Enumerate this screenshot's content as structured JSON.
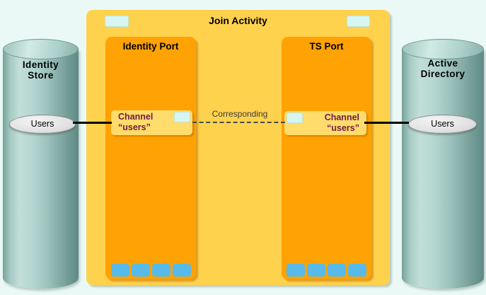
{
  "diagram": {
    "title": "Join Activity",
    "correspondence_label": "Corresponding",
    "ports": [
      {
        "title": "Identity Port",
        "channel": {
          "line1": "Channel",
          "line2": "“users”"
        }
      },
      {
        "title": "TS Port",
        "channel": {
          "line1": "Channel",
          "line2": "“users”"
        }
      }
    ],
    "stores": [
      {
        "line1": "Identity",
        "line2": "Store",
        "entity": "Users"
      },
      {
        "line1": "Active",
        "line2": "Directory",
        "entity": "Users"
      }
    ],
    "colors": {
      "background": "#EAF9F5",
      "activity_fill": "#FFD24E",
      "port_fill": "#FFA203",
      "channel_fill": "#FFDC6B",
      "tab_fill": "#D7F6F1",
      "slot_fill": "#58BAE8",
      "channel_text": "#701945",
      "cylinder_teal": "#8FB8B2",
      "connector": "#000000"
    }
  }
}
